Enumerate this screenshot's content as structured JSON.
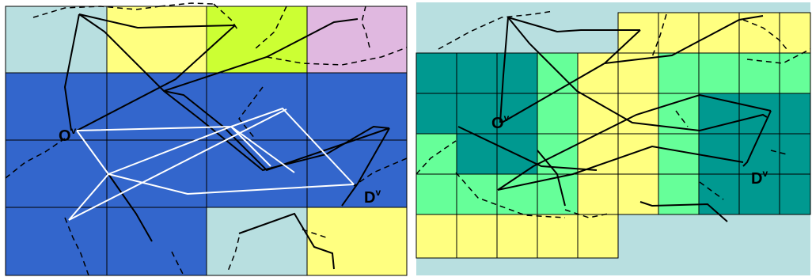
{
  "left_panel": {
    "origin_label": "O",
    "origin_sup": "v",
    "dest_label": "D",
    "dest_sup": "v"
  },
  "right_panel": {
    "origin_label": "O",
    "origin_sup": "v",
    "dest_label": "D",
    "dest_sup": "v"
  },
  "colors": {
    "light_blue": "#b8dfe0",
    "yellow": "#ffff80",
    "lime": "#ccff33",
    "pink": "#e0b8e0",
    "blue": "#3366cc",
    "teal": "#009990",
    "mint": "#66ff99"
  }
}
